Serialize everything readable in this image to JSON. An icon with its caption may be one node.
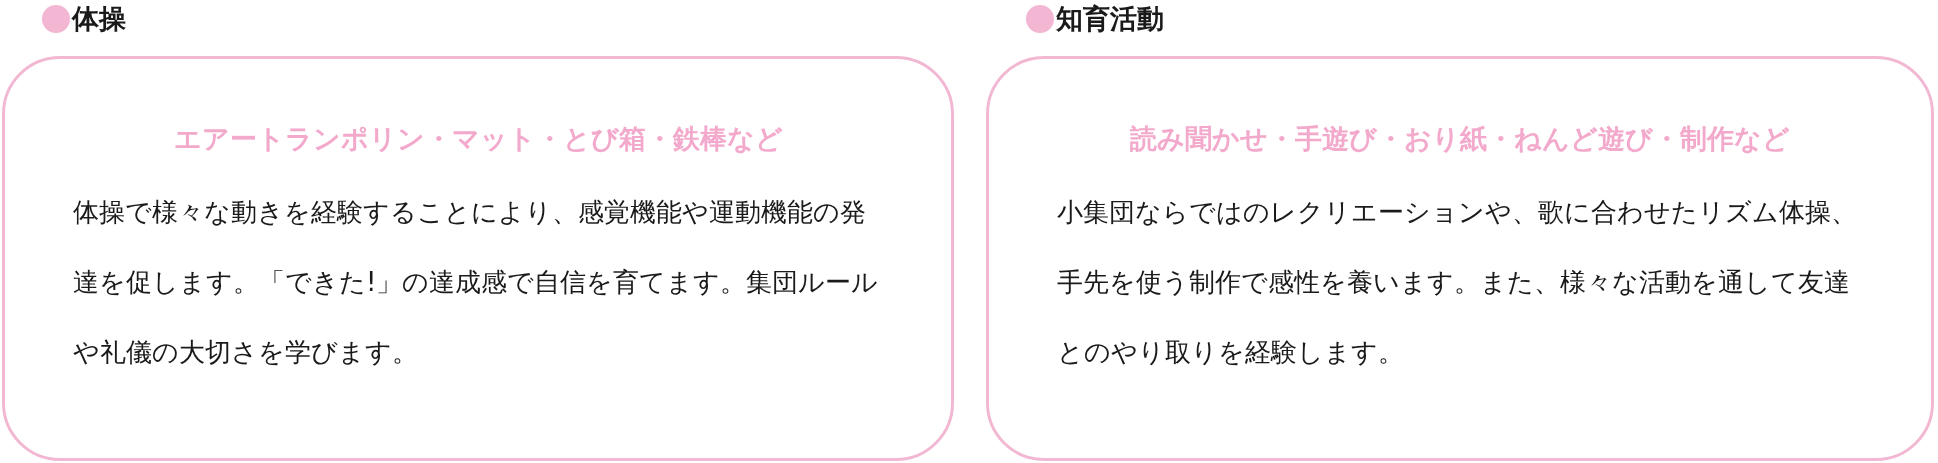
{
  "diagram": {
    "nodes": [
      {
        "text": [
          "体操",
          "エアートランポリン・マット・とび箱・鉄棒など",
          "体操で様々な動きを経験することにより、感覚機能や運動機能の発達を促します。「できた!」の達成感で自信を育てます。集団ルールや礼儀の大切さを学びます。"
        ]
      },
      {
        "text": [
          "知育活動",
          "読み聞かせ・手遊び・おり紙・ねんど遊び・制作など",
          "小集団ならではのレクリエーションや、歌に合わせたリズム体操、手先を使う制作で感性を養います。また、様々な活動を通して友達とのやり取りを経験します。"
        ]
      }
    ]
  }
}
